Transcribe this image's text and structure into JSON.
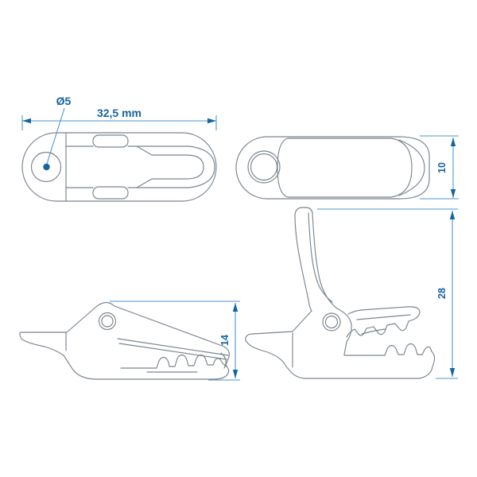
{
  "dimensions": {
    "width": "32,5 mm",
    "hole_diameter": "Ø5",
    "thickness": "10",
    "height_closed": "14",
    "height_open": "28"
  },
  "colors": {
    "outline": "#7a848e",
    "dim-line": "#4e95cf",
    "dim-accent": "#16649e"
  }
}
